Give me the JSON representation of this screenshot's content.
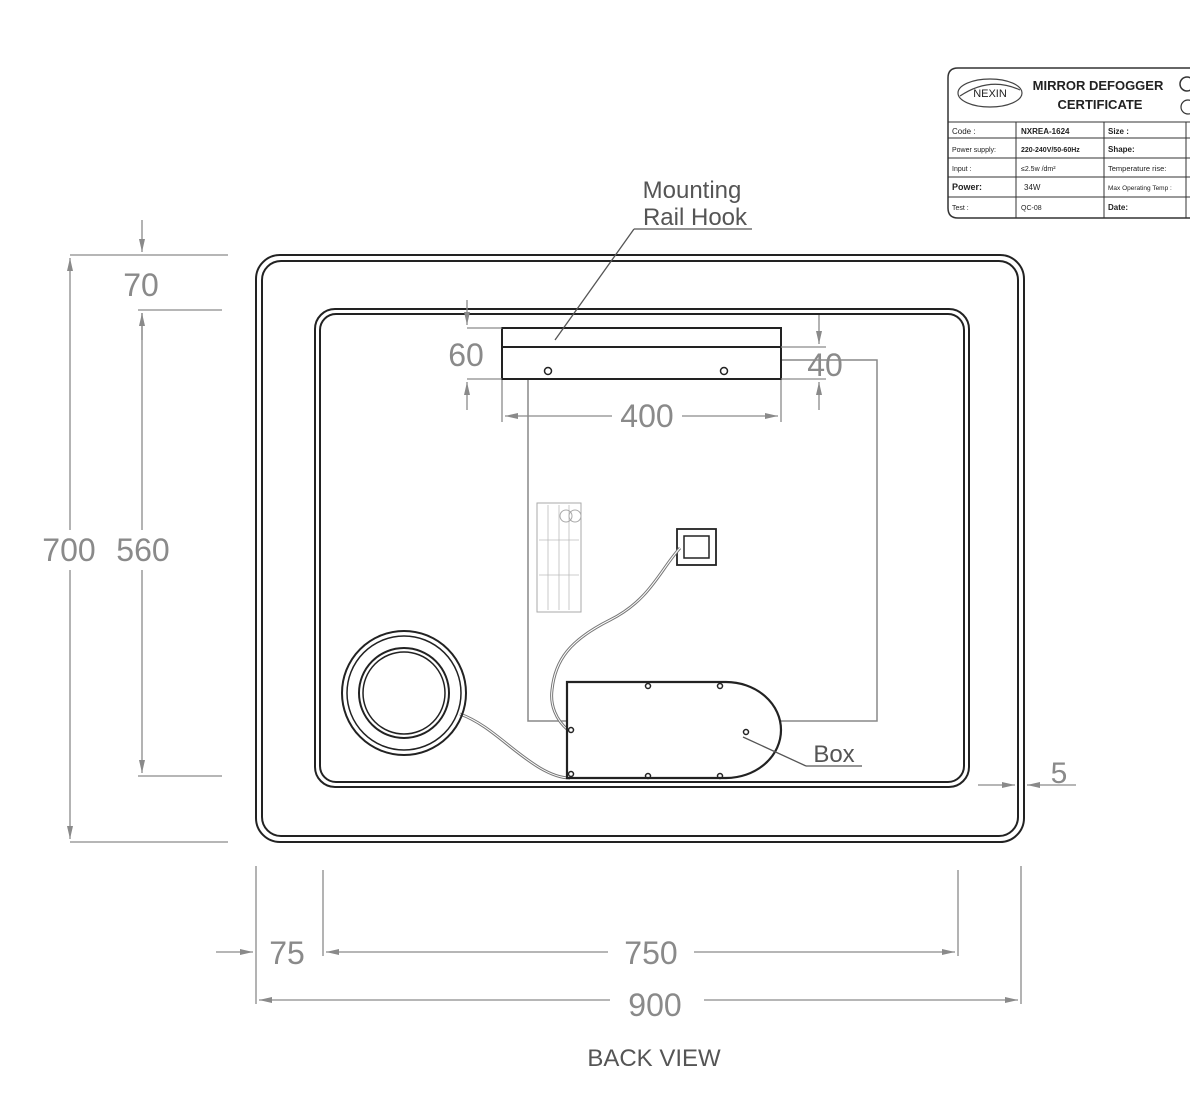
{
  "dimensions": {
    "top_border": "70",
    "hook_height": "60",
    "hook_offset": "40",
    "hook_width": "400",
    "height_total": "700",
    "height_inner": "560",
    "edge_gap": "5",
    "side_border": "75",
    "width_inner": "750",
    "width_total": "900"
  },
  "labels": {
    "mounting_line1": "Mounting",
    "mounting_line2": "Rail Hook",
    "box": "Box",
    "view": "BACK VIEW"
  },
  "certificate": {
    "brand": "NEXIN",
    "title_line1": "MIRROR DEFOGGER",
    "title_line2": "CERTIFICATE",
    "rows": [
      {
        "key": "Code :",
        "value": "NXREA-1624",
        "key2": "Size :"
      },
      {
        "key": "Power supply:",
        "value": "220-240V/50-60Hz",
        "key2": "Shape:"
      },
      {
        "key": "Input :",
        "value": "≤2.5w /dm²",
        "key2": "Temperature rise:"
      },
      {
        "key": "Power:",
        "value": "34W",
        "key2": "Max Operating Temp :"
      },
      {
        "key": "Test :",
        "value": "QC-08",
        "key2": "Date:"
      }
    ]
  },
  "colors": {
    "outline": "#222222",
    "dimension": "#8a8a8a",
    "wire": "#777777"
  }
}
